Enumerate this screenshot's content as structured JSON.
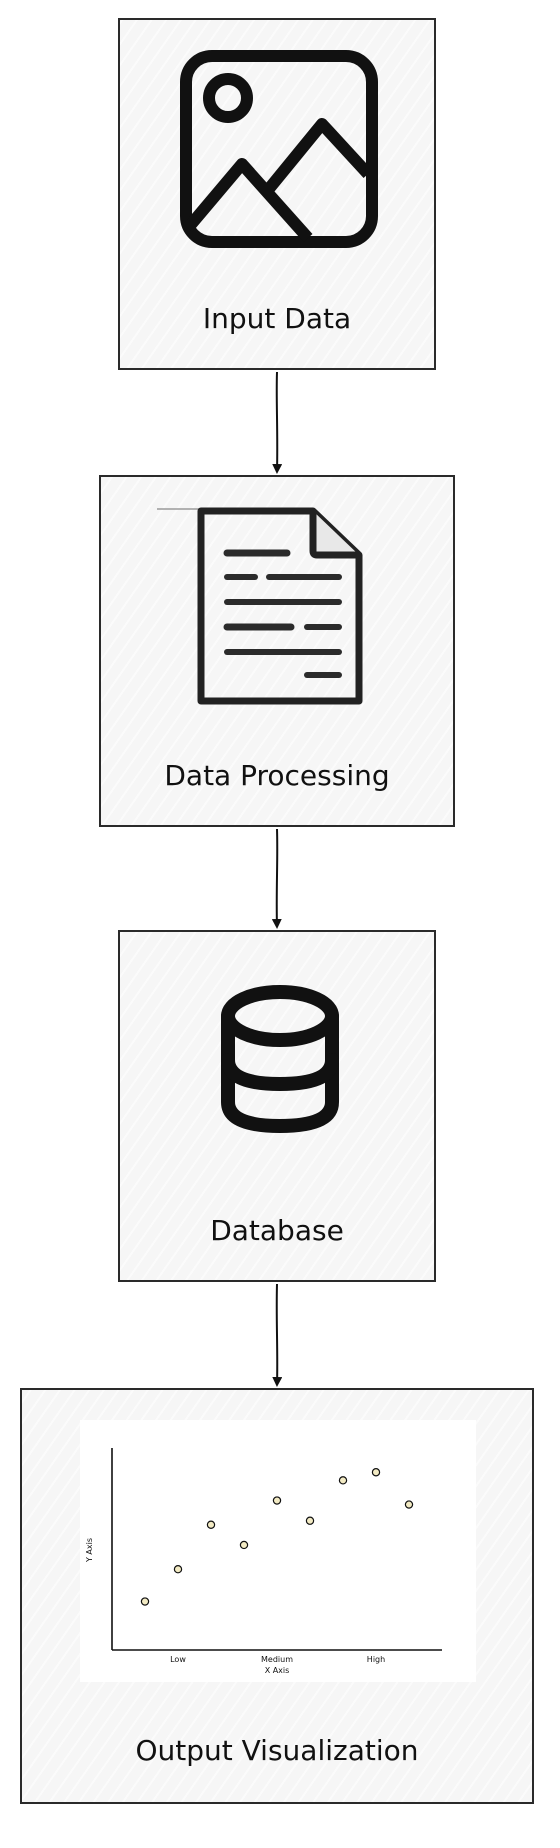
{
  "nodes": {
    "input": {
      "label": "Input Data",
      "icon": "image-icon"
    },
    "processing": {
      "label": "Data Processing",
      "icon": "document-icon"
    },
    "database": {
      "label": "Database",
      "icon": "database-icon"
    },
    "output": {
      "label": "Output Visualization"
    }
  },
  "colors": {
    "stroke": "#111111",
    "point_fill": "#f3ebc4",
    "box_fill": "#f6f6f6"
  },
  "chart_data": {
    "type": "scatter",
    "xlabel": "X Axis",
    "ylabel": "Y Axis",
    "xticks": [
      "Low",
      "Medium",
      "High"
    ],
    "x": [
      1,
      2,
      3,
      4,
      5,
      6,
      7,
      8,
      9
    ],
    "y": [
      1.2,
      2.0,
      3.1,
      2.6,
      3.7,
      3.2,
      4.2,
      4.4,
      3.6
    ],
    "xlim": [
      0,
      10
    ],
    "ylim": [
      0,
      5
    ],
    "tick_positions": [
      2,
      5,
      8
    ],
    "grid": false
  }
}
